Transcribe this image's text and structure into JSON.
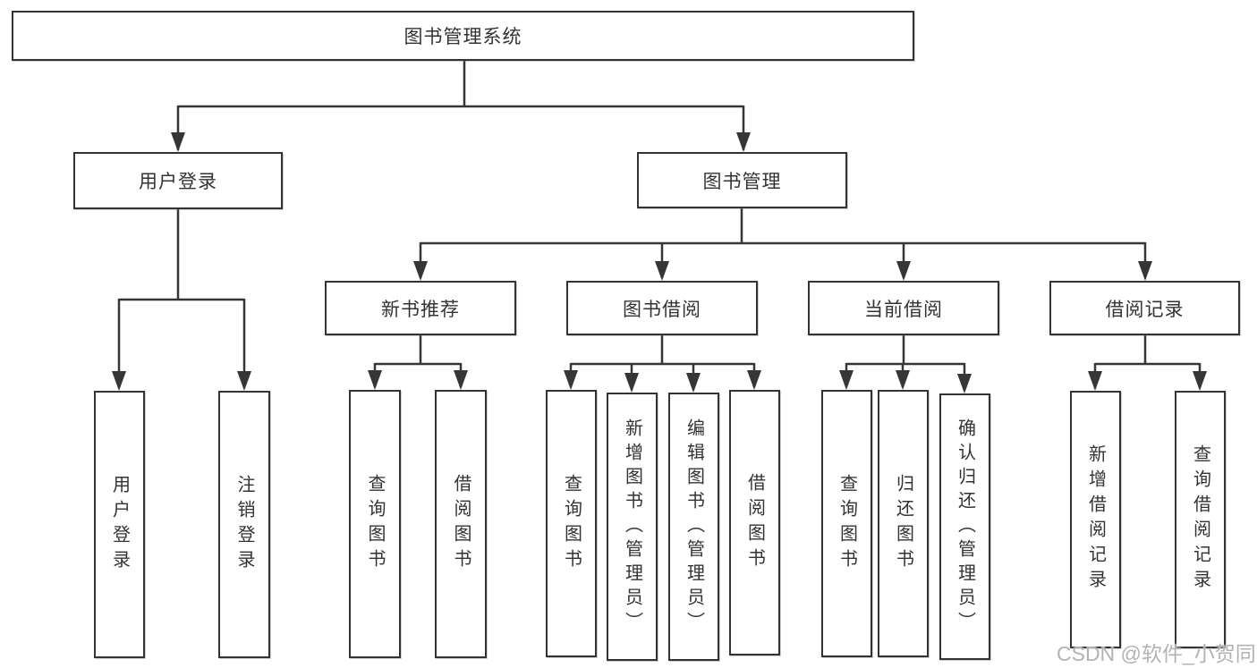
{
  "title": "图书管理系统",
  "watermark": "CSDN @软件_小贺同学",
  "colors": {
    "line": "#363636",
    "box_border": "#333333",
    "text": "#333333",
    "watermark_text": "#b3b3b3",
    "background": "#ffffff"
  },
  "tree": {
    "root": "图书管理系统",
    "branches": [
      {
        "label": "用户登录",
        "children": [
          "用户登录",
          "注销登录"
        ]
      },
      {
        "label": "图书管理",
        "groups": [
          {
            "label": "新书推荐",
            "children": [
              "查询图书",
              "借阅图书"
            ]
          },
          {
            "label": "图书借阅",
            "children": [
              "查询图书",
              "新增图书（管理员）",
              "编辑图书（管理员）",
              "借阅图书"
            ]
          },
          {
            "label": "当前借阅",
            "children": [
              "查询图书",
              "归还图书",
              "确认归还（管理员）"
            ]
          },
          {
            "label": "借阅记录",
            "children": [
              "新增借阅记录",
              "查询借阅记录"
            ]
          }
        ]
      }
    ]
  }
}
